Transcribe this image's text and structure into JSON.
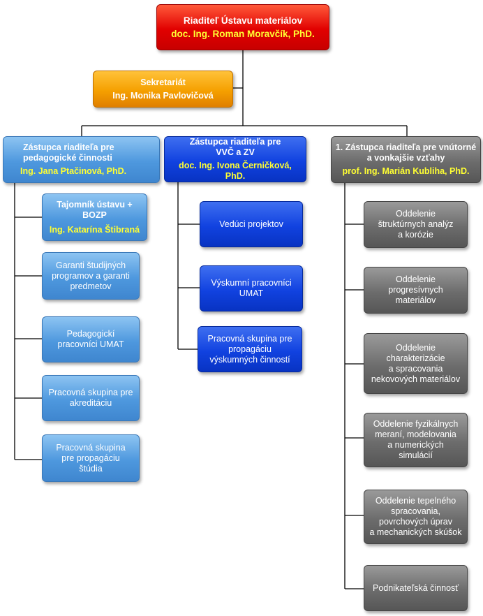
{
  "director": {
    "title": "Riaditeľ Ústavu materiálov",
    "name": "doc. Ing. Roman Moravčík, PhD."
  },
  "secretariat": {
    "title": "Sekretariát",
    "name": "Ing. Monika Pavlovičová"
  },
  "deputy_pedagogic": {
    "title_line1": "Zástupca riaditeľa pre",
    "title_line2": "pedagogické činnosti",
    "name": "Ing. Jana Ptačinová, PhD.",
    "children": [
      {
        "line1": "Tajomník ústavu + BOZP",
        "name": "Ing. Katarína Štibraná"
      },
      {
        "lines": [
          "Garanti  študijných",
          "programov a garanti",
          "predmetov"
        ]
      },
      {
        "lines": [
          "Pedagogickí",
          "pracovníci UMAT"
        ]
      },
      {
        "lines": [
          "Pracovná skupina pre",
          "akreditáciu"
        ]
      },
      {
        "lines": [
          "Pracovná skupina",
          "pre propagáciu",
          "štúdia"
        ]
      }
    ]
  },
  "deputy_research": {
    "title_line1": "Zástupca riaditeľa pre",
    "title_line2": "VVČ a ZV",
    "name": "doc. Ing. Ivona Černičková, PhD.",
    "children": [
      {
        "lines": [
          "Vedúci projektov"
        ]
      },
      {
        "lines": [
          "Výskumní pracovníci",
          "UMAT"
        ]
      },
      {
        "lines": [
          "Pracovná skupina pre",
          "propagáciu",
          "výskumných činností"
        ]
      }
    ]
  },
  "deputy_relations": {
    "title_line1": "1. Zástupca riaditeľa pre vnútorné",
    "title_line2": "a vonkajšie vzťahy",
    "name": "prof. Ing. Marián Kubliha, PhD.",
    "children": [
      {
        "lines": [
          "Oddelenie",
          "štruktúrnych analýz",
          "a korózie"
        ]
      },
      {
        "lines": [
          "Oddelenie",
          "progresívnych",
          "materiálov"
        ]
      },
      {
        "lines": [
          "Oddelenie",
          "charakterizácie",
          "a spracovania",
          "nekovových materiálov"
        ]
      },
      {
        "lines": [
          "Oddelenie fyzikálnych",
          "meraní, modelovania",
          "a numerických",
          "simulácií"
        ]
      },
      {
        "lines": [
          "Oddelenie tepelného",
          "spracovania,",
          "povrchových úprav",
          "a mechanických skúšok"
        ]
      },
      {
        "lines": [
          "Podnikateľská činnosť"
        ]
      }
    ]
  },
  "colors": {
    "director": "#e10000",
    "secretariat": "#f5a000",
    "pedagogic": "#4e98de",
    "research": "#1142e0",
    "relations": "#6c6c6c",
    "name_highlight": "#ffff33",
    "connector": "#000000"
  }
}
